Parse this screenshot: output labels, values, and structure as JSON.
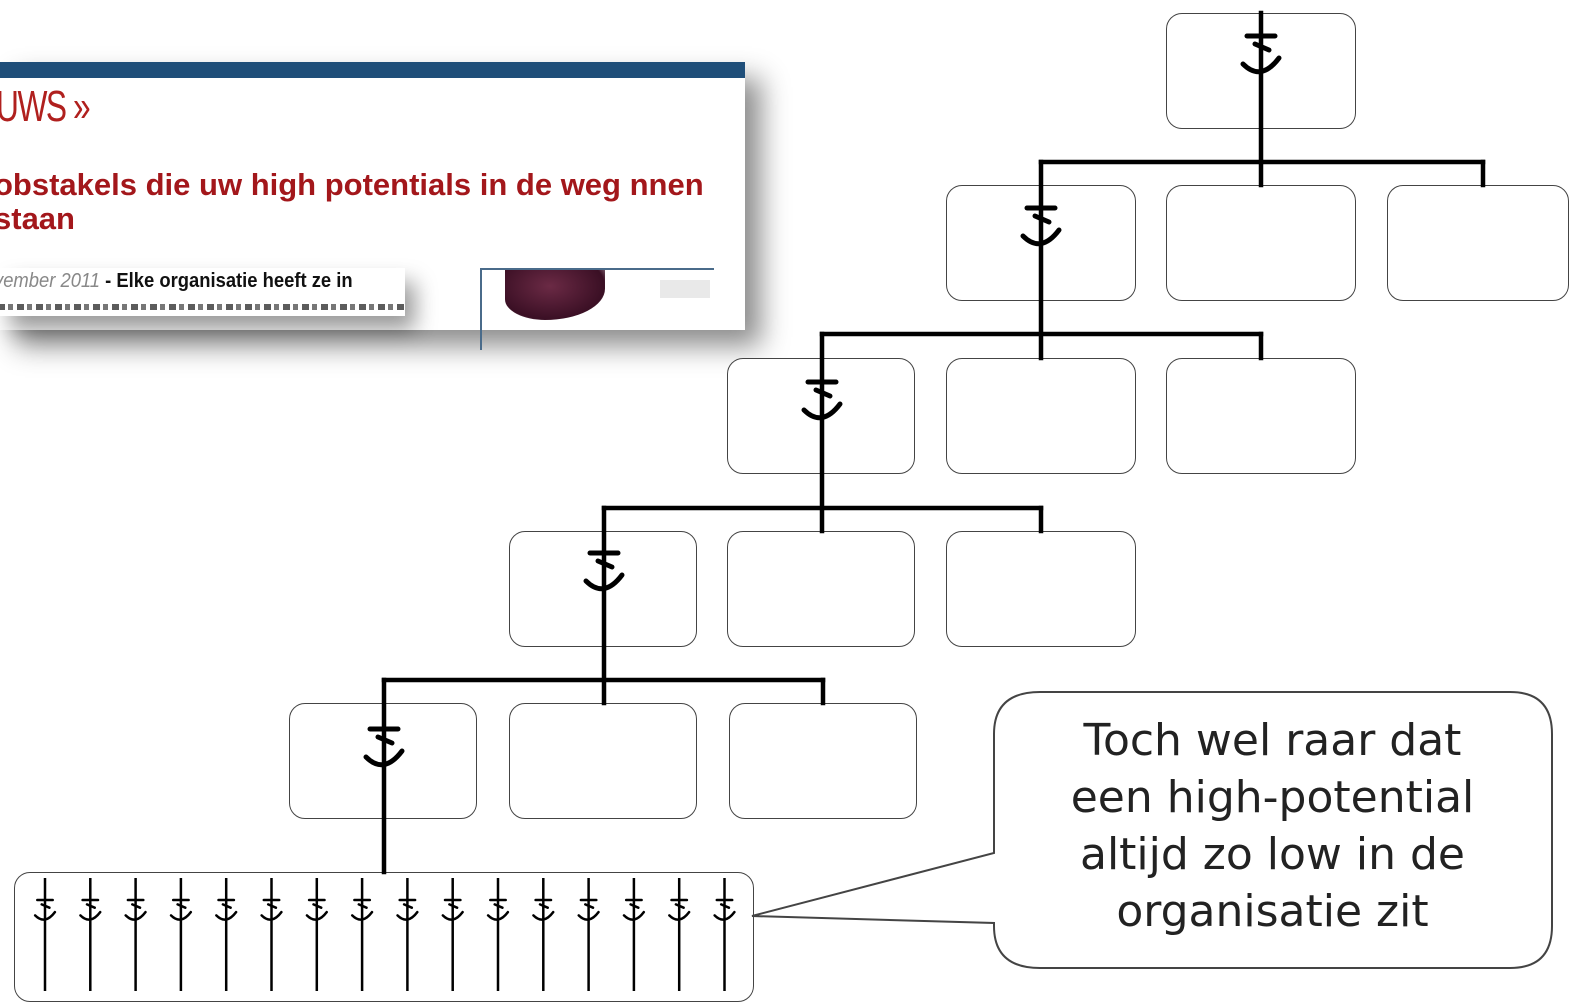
{
  "clipping": {
    "section_title": "UWS »",
    "headline": "obstakels die uw high potentials in de weg nnen staan",
    "date_fragment": "vember 2011",
    "teaser": " - Elke organisatie heeft ze in"
  },
  "callout": {
    "lines": [
      "Toch wel raar dat",
      "een high-potential",
      "altijd zo low in de",
      "organisatie zit"
    ]
  },
  "diagram": {
    "levels": 5,
    "boxes_per_level": 3,
    "bottom_group_figures": 16
  }
}
